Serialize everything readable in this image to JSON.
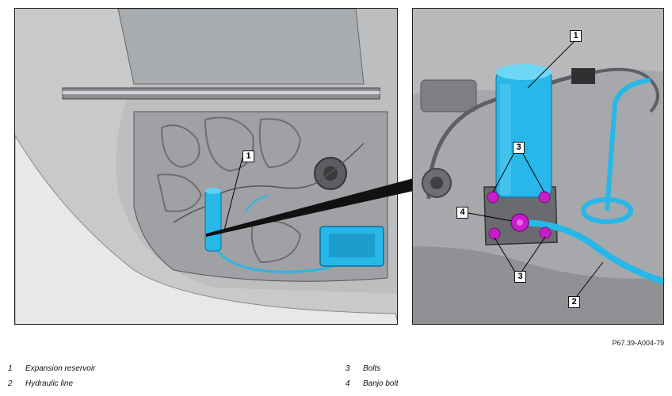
{
  "callouts": {
    "left_1": "1",
    "right_1": "1",
    "right_2": "2",
    "right_3a": "3",
    "right_3b": "3",
    "right_4": "4"
  },
  "figure_code": "P67.39-A004-79",
  "legend": [
    {
      "num": "1",
      "text": "Expansion reservoir"
    },
    {
      "num": "2",
      "text": "Hydraulic line"
    },
    {
      "num": "3",
      "text": "Bolts"
    },
    {
      "num": "4",
      "text": "Banjo bolt"
    }
  ],
  "colors": {
    "highlight_part": "#27b7e8",
    "highlight_bolts": "#c81ec8",
    "panel_background": "#cfd0d1"
  }
}
